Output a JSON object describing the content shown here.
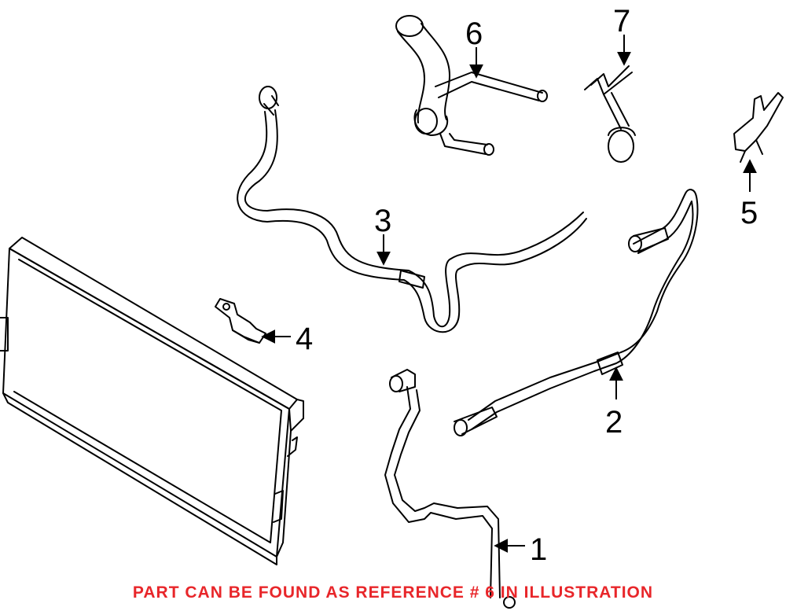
{
  "callouts": {
    "c1": "1",
    "c2": "2",
    "c3": "3",
    "c4": "4",
    "c5": "5",
    "c6": "6",
    "c7": "7"
  },
  "footer": {
    "note": "PART CAN BE FOUND AS REFERENCE # 6 IN ILLUSTRATION",
    "color": "#e8262a"
  },
  "colors": {
    "line": "#000000",
    "background": "#ffffff"
  }
}
